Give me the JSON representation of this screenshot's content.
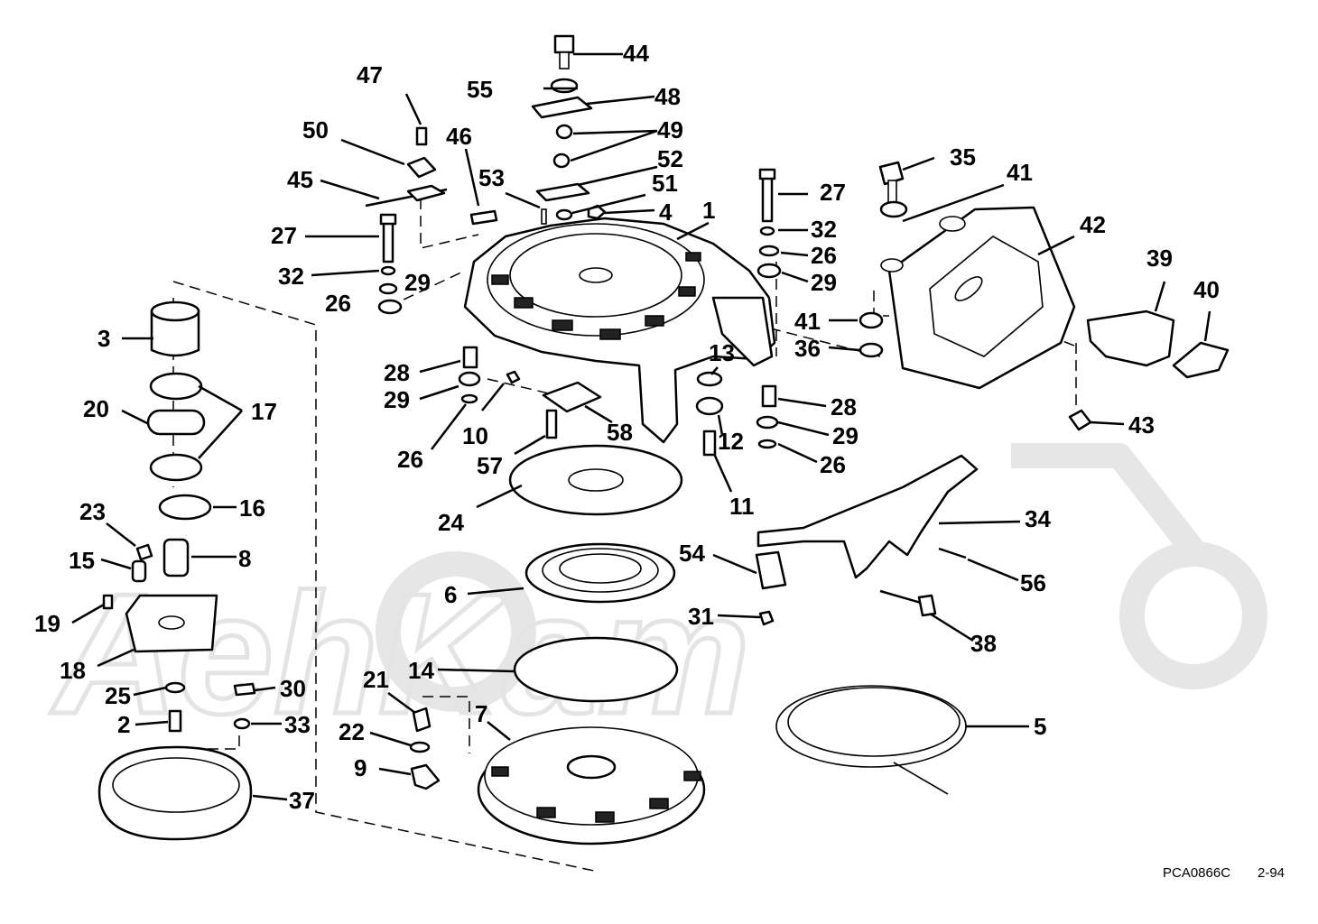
{
  "diagram": {
    "reference_code": "PCA0866C",
    "date_code": "2-94",
    "watermark_text": "AehKam",
    "callouts": [
      {
        "id": "44",
        "text": "44"
      },
      {
        "id": "55",
        "text": "55"
      },
      {
        "id": "48",
        "text": "48"
      },
      {
        "id": "47",
        "text": "47"
      },
      {
        "id": "49",
        "text": "49"
      },
      {
        "id": "50",
        "text": "50"
      },
      {
        "id": "46",
        "text": "46"
      },
      {
        "id": "52",
        "text": "52"
      },
      {
        "id": "45",
        "text": "45"
      },
      {
        "id": "53",
        "text": "53"
      },
      {
        "id": "51",
        "text": "51"
      },
      {
        "id": "4",
        "text": "4"
      },
      {
        "id": "1",
        "text": "1"
      },
      {
        "id": "35",
        "text": "35"
      },
      {
        "id": "41a",
        "text": "41"
      },
      {
        "id": "27a",
        "text": "27"
      },
      {
        "id": "27b",
        "text": "27"
      },
      {
        "id": "42",
        "text": "42"
      },
      {
        "id": "32a",
        "text": "32"
      },
      {
        "id": "32b",
        "text": "32"
      },
      {
        "id": "26a",
        "text": "26"
      },
      {
        "id": "29a",
        "text": "29"
      },
      {
        "id": "26b",
        "text": "26"
      },
      {
        "id": "29b",
        "text": "29"
      },
      {
        "id": "39",
        "text": "39"
      },
      {
        "id": "40",
        "text": "40"
      },
      {
        "id": "3",
        "text": "3"
      },
      {
        "id": "41b",
        "text": "41"
      },
      {
        "id": "36",
        "text": "36"
      },
      {
        "id": "13",
        "text": "13"
      },
      {
        "id": "28a",
        "text": "28"
      },
      {
        "id": "29c",
        "text": "29"
      },
      {
        "id": "10",
        "text": "10"
      },
      {
        "id": "20",
        "text": "20"
      },
      {
        "id": "17",
        "text": "17"
      },
      {
        "id": "28b",
        "text": "28"
      },
      {
        "id": "43",
        "text": "43"
      },
      {
        "id": "58",
        "text": "58"
      },
      {
        "id": "12",
        "text": "12"
      },
      {
        "id": "29d",
        "text": "29"
      },
      {
        "id": "26c",
        "text": "26"
      },
      {
        "id": "57",
        "text": "57"
      },
      {
        "id": "26d",
        "text": "26"
      },
      {
        "id": "11",
        "text": "11"
      },
      {
        "id": "16",
        "text": "16"
      },
      {
        "id": "24",
        "text": "24"
      },
      {
        "id": "23",
        "text": "23"
      },
      {
        "id": "34",
        "text": "34"
      },
      {
        "id": "15",
        "text": "15"
      },
      {
        "id": "8",
        "text": "8"
      },
      {
        "id": "54",
        "text": "54"
      },
      {
        "id": "56",
        "text": "56"
      },
      {
        "id": "6",
        "text": "6"
      },
      {
        "id": "19",
        "text": "19"
      },
      {
        "id": "31",
        "text": "31"
      },
      {
        "id": "38",
        "text": "38"
      },
      {
        "id": "18",
        "text": "18"
      },
      {
        "id": "14",
        "text": "14"
      },
      {
        "id": "30",
        "text": "30"
      },
      {
        "id": "21",
        "text": "21"
      },
      {
        "id": "25",
        "text": "25"
      },
      {
        "id": "5",
        "text": "5"
      },
      {
        "id": "2",
        "text": "2"
      },
      {
        "id": "33",
        "text": "33"
      },
      {
        "id": "7",
        "text": "7"
      },
      {
        "id": "22",
        "text": "22"
      },
      {
        "id": "9",
        "text": "9"
      },
      {
        "id": "37",
        "text": "37"
      }
    ]
  }
}
